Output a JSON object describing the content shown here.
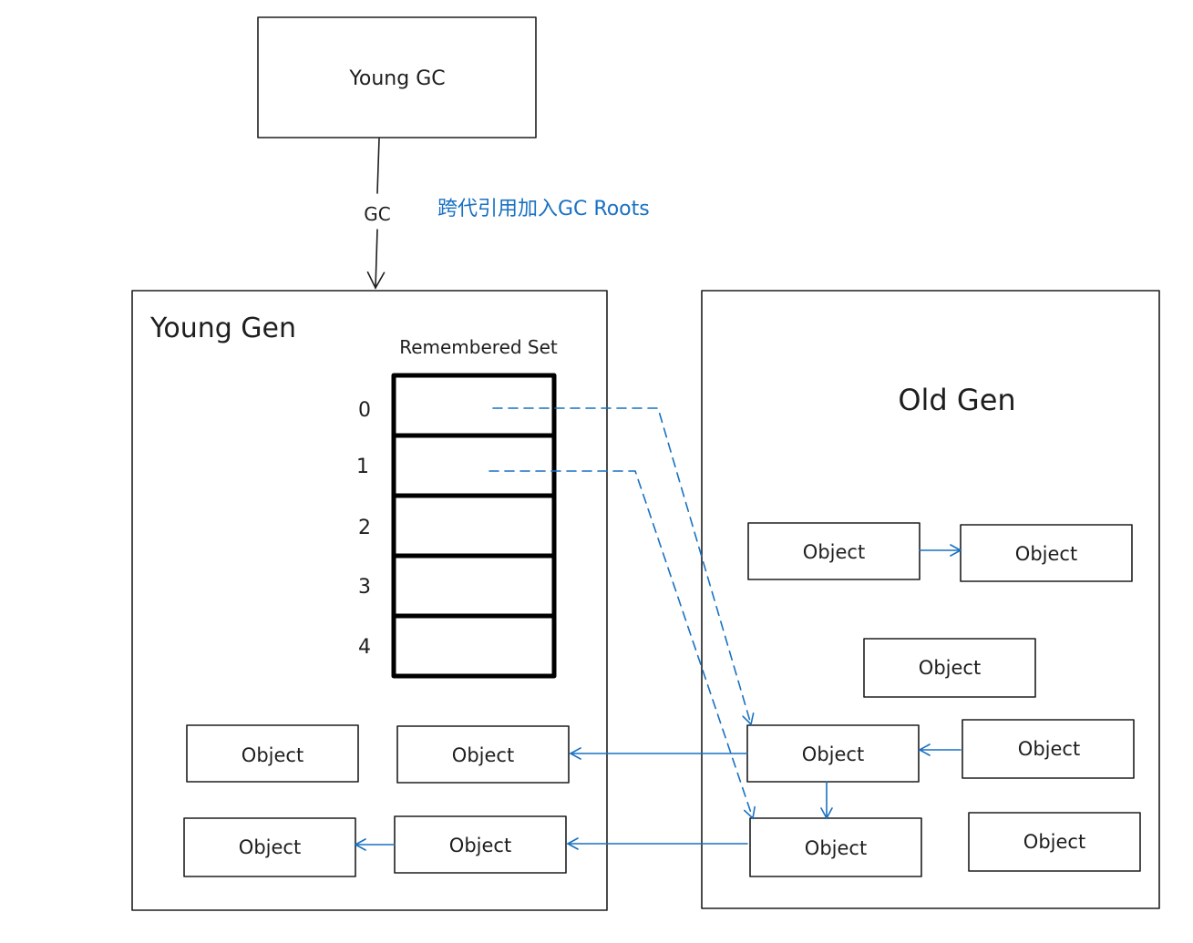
{
  "young_gc": {
    "label": "Young GC"
  },
  "gc_edge": {
    "label": "GC"
  },
  "annotation": {
    "text": "跨代引用加入GC Roots",
    "color": "#1971c2"
  },
  "young_gen": {
    "title": "Young Gen",
    "remembered_set": {
      "title": "Remembered Set",
      "indices": [
        "0",
        "1",
        "2",
        "3",
        "4"
      ]
    },
    "objects": [
      "Object",
      "Object",
      "Object",
      "Object"
    ]
  },
  "old_gen": {
    "title": "Old Gen",
    "objects": [
      "Object",
      "Object",
      "Object",
      "Object",
      "Object",
      "Object",
      "Object"
    ]
  },
  "colors": {
    "stroke": "#1e1e1e",
    "reference_arrow": "#1971c2",
    "remembered_set_border": "#000000"
  }
}
